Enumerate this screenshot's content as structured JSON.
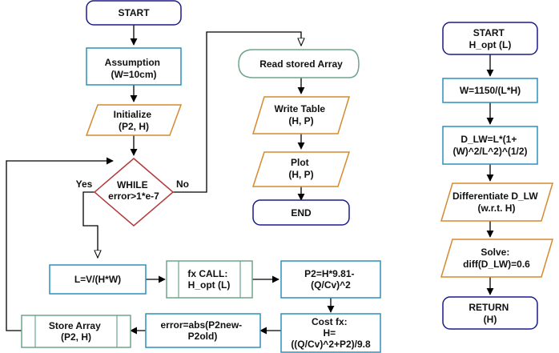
{
  "colors": {
    "terminal": "#1a1a8c",
    "process": "#2d8fbf",
    "io": "#d58a2e",
    "decision": "#b23a3a",
    "store": "#6fa58b",
    "edge": "#000000"
  },
  "nodes": {
    "start": [
      "START"
    ],
    "assumption": [
      "Assumption",
      "(W=10cm)"
    ],
    "initialize": [
      "Initialize",
      "(P2, H)"
    ],
    "while": [
      "WHILE",
      "error>1*e-7"
    ],
    "yes": [
      "Yes"
    ],
    "no": [
      "No"
    ],
    "read_array": [
      "Read stored Array"
    ],
    "write_table": [
      "Write Table",
      "(H, P)"
    ],
    "plot": [
      "Plot",
      "(H, P)"
    ],
    "end": [
      "END"
    ],
    "l_eq": [
      "L=V/(H*W)"
    ],
    "fx_call": [
      "fx CALL:",
      "H_opt (L)"
    ],
    "p2_eq": [
      "P2=H*9.81-",
      "(Q/Cv)^2"
    ],
    "cost_fx": [
      "Cost fx:",
      "H=",
      "((Q/Cv)^2+P2)/9.8"
    ],
    "error_eq": [
      "error=abs(P2new-",
      "P2old)"
    ],
    "store_array": [
      "Store Array",
      "(P2, H)"
    ],
    "start_hopt": [
      "START",
      "H_opt (L)"
    ],
    "w_eq": [
      "W=1150/(L*H)"
    ],
    "dlw_eq": [
      "D_LW=L*(1+",
      "(W)^2/L^2)^(1/2)"
    ],
    "differentiate": [
      "Differentiate D_LW",
      "(w.r.t. H)"
    ],
    "solve": [
      "Solve:",
      "diff(D_LW)=0.6"
    ],
    "return": [
      "RETURN",
      "(H)"
    ]
  }
}
